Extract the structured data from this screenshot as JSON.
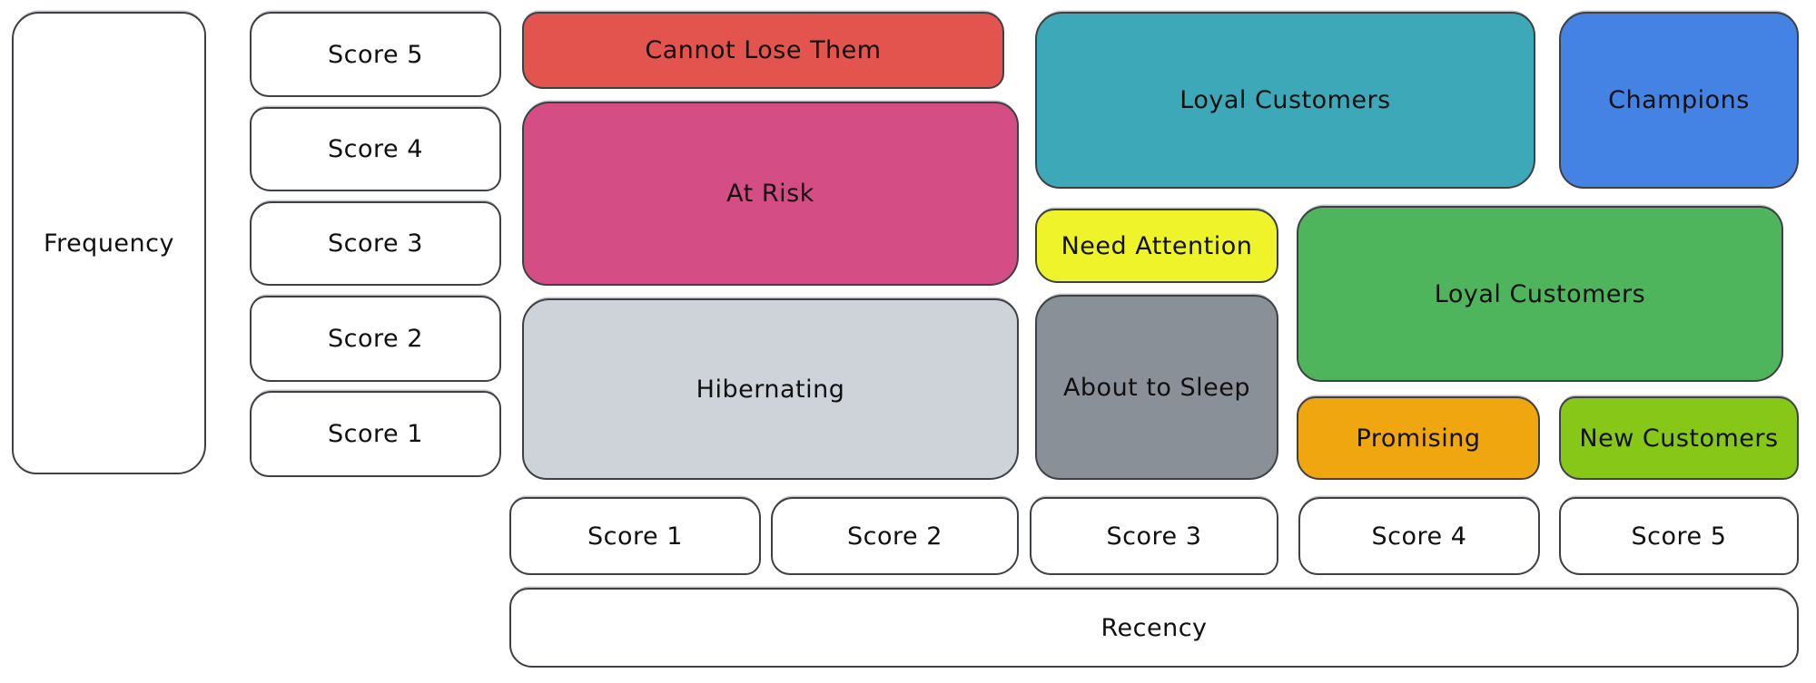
{
  "diagram": {
    "type": "rfm-segmentation-matrix",
    "background": "#ffffff",
    "text_color": "#101010",
    "stroke_color": "#3d4145"
  },
  "axes": {
    "frequency": {
      "label": "Frequency",
      "scores": [
        "Score 5",
        "Score 4",
        "Score 3",
        "Score 2",
        "Score 1"
      ]
    },
    "recency": {
      "label": "Recency",
      "scores": [
        "Score 1",
        "Score 2",
        "Score 3",
        "Score 4",
        "Score 5"
      ]
    }
  },
  "segments": {
    "cannot_lose_them": {
      "label": "Cannot Lose Them",
      "color": "#e4544e"
    },
    "at_risk": {
      "label": "At Risk",
      "color": "#d54d85"
    },
    "hibernating": {
      "label": "Hibernating",
      "color": "#ced3d9"
    },
    "loyal_customers_top": {
      "label": "Loyal Customers",
      "color": "#3da9b8"
    },
    "champions": {
      "label": "Champions",
      "color": "#4483e4"
    },
    "need_attention": {
      "label": "Need Attention",
      "color": "#eff32a"
    },
    "about_to_sleep": {
      "label": "About to Sleep",
      "color": "#899098"
    },
    "loyal_customers_center": {
      "label": "Loyal Customers",
      "color": "#4fb55d"
    },
    "promising": {
      "label": "Promising",
      "color": "#f0a70f"
    },
    "new_customers": {
      "label": "New Customers",
      "color": "#86c717"
    }
  }
}
